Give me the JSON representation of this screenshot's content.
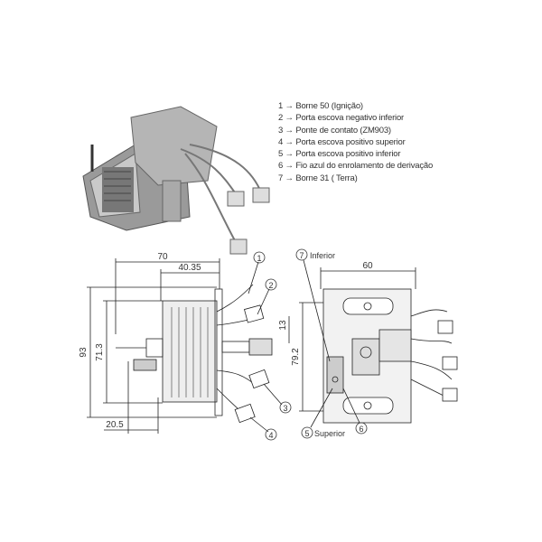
{
  "legend": [
    {
      "num": "1",
      "arrow": "→",
      "text": "Borne 50 (Ignição)"
    },
    {
      "num": "2",
      "arrow": "→",
      "text": "Porta escova negativo inferior"
    },
    {
      "num": "3",
      "arrow": "→",
      "text": "Ponte de contato (ZM903)"
    },
    {
      "num": "4",
      "arrow": "→",
      "text": "Porta escova positivo superior"
    },
    {
      "num": "5",
      "arrow": "→",
      "text": "Porta escova positivo inferior"
    },
    {
      "num": "6",
      "arrow": "→",
      "text": "Fio azul do enrolamento de derivação"
    },
    {
      "num": "7",
      "arrow": "→",
      "text": "Borne 31 ( Terra)"
    }
  ],
  "side_view": {
    "dims": {
      "overall_length": "70",
      "body_length": "40.35",
      "height": "93",
      "coil_height": "71.3",
      "terminal_offset": "20.5"
    },
    "callouts": [
      "1",
      "2",
      "3",
      "4"
    ]
  },
  "front_view": {
    "dims": {
      "width": "60",
      "height": "79.2",
      "plunger": "13"
    },
    "callouts": [
      {
        "num": "7",
        "label": "Inferior"
      },
      {
        "num": "5",
        "label": "Superior"
      },
      {
        "num": "6",
        "label": ""
      }
    ]
  }
}
